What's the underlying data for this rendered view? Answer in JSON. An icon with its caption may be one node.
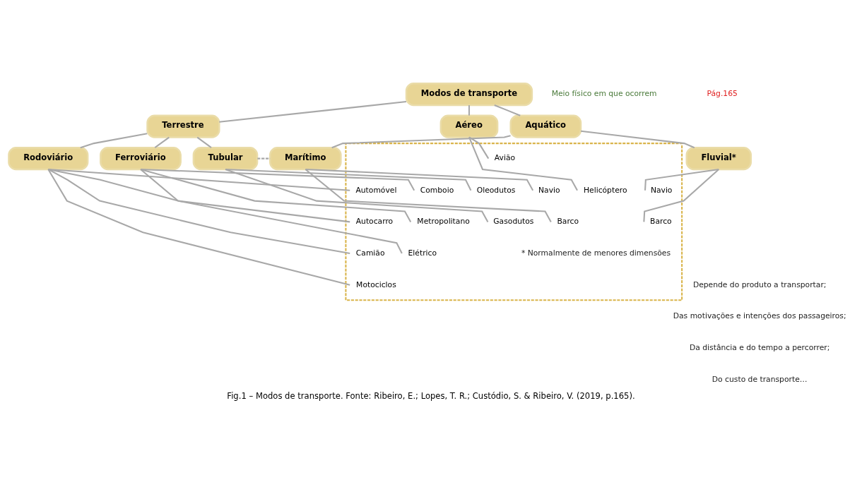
{
  "diagram": {
    "caption": "Fig.1 – Modos de transporte. Fonte: Ribeiro, E.; Lopes, T. R.; Custódio, S. & Ribeiro, V. (2019, p.165).",
    "nodes": [
      {
        "text": [
          "Modos de transporte"
        ]
      },
      {
        "text": [
          "Terrestre"
        ]
      },
      {
        "text": [
          "Aquático"
        ]
      },
      {
        "text": [
          "Aéreo"
        ]
      },
      {
        "text": [
          "Rodoviário"
        ]
      },
      {
        "text": [
          "Ferroviário"
        ]
      },
      {
        "text": [
          "Tubular"
        ]
      },
      {
        "text": [
          "Marítimo"
        ]
      },
      {
        "text": [
          "Fluvial*"
        ]
      },
      {
        "text": [],
        "shape": "box"
      },
      {
        "text": [
          "Automóvel"
        ],
        "in": 9
      },
      {
        "text": [
          "Autocarro"
        ],
        "in": 9
      },
      {
        "text": [
          "Camião"
        ],
        "in": 9
      },
      {
        "text": [
          "Motociclos"
        ],
        "in": 9
      },
      {
        "text": [
          "Comboio"
        ],
        "in": 9
      },
      {
        "text": [
          "Metropolitano"
        ],
        "in": 9
      },
      {
        "text": [
          "Elétrico"
        ],
        "in": 9
      },
      {
        "text": [
          "Oleodutos"
        ],
        "in": 9
      },
      {
        "text": [
          "Gasodutos"
        ],
        "in": 9
      },
      {
        "text": [
          "Navio"
        ],
        "in": 9
      },
      {
        "text": [
          "Barco"
        ],
        "in": 9
      },
      {
        "text": [
          "Navio"
        ],
        "in": 9
      },
      {
        "text": [
          "Barco"
        ],
        "in": 9
      },
      {
        "text": [
          "Avião"
        ],
        "in": 9
      },
      {
        "text": [
          "Helicóptero"
        ],
        "in": 9
      }
    ],
    "edges": [
      {
        "from": 0,
        "to": 1,
        "arrow": "none"
      },
      {
        "from": 0,
        "to": 2,
        "arrow": "none"
      },
      {
        "from": 0,
        "to": 3,
        "arrow": "none"
      },
      {
        "from": 1,
        "to": 4,
        "arrow": "none"
      },
      {
        "from": 1,
        "to": 5,
        "arrow": "none"
      },
      {
        "from": 1,
        "to": 6,
        "arrow": "none"
      },
      {
        "from": 2,
        "to": 7,
        "arrow": "none"
      },
      {
        "from": 2,
        "to": 8,
        "arrow": "none"
      },
      {
        "from": 6,
        "to": 7,
        "arrow": "none",
        "style": "dashed"
      },
      {
        "from": 4,
        "to": 10,
        "arrow": "none"
      },
      {
        "from": 4,
        "to": 11,
        "arrow": "none"
      },
      {
        "from": 4,
        "to": 12,
        "arrow": "none"
      },
      {
        "from": 4,
        "to": 13,
        "arrow": "none"
      },
      {
        "from": 5,
        "to": 14,
        "arrow": "none"
      },
      {
        "from": 5,
        "to": 15,
        "arrow": "none"
      },
      {
        "from": 5,
        "to": 16,
        "arrow": "none"
      },
      {
        "from": 6,
        "to": 17,
        "arrow": "none"
      },
      {
        "from": 6,
        "to": 18,
        "arrow": "none"
      },
      {
        "from": 7,
        "to": 19,
        "arrow": "none"
      },
      {
        "from": 7,
        "to": 20,
        "arrow": "none"
      },
      {
        "from": 8,
        "to": 21,
        "arrow": "none"
      },
      {
        "from": 8,
        "to": 22,
        "arrow": "none"
      },
      {
        "from": 3,
        "to": 23,
        "arrow": "none"
      },
      {
        "from": 3,
        "to": 24,
        "arrow": "none"
      }
    ],
    "labels": [
      "Pág.165",
      "Meio físico em que ocorrem",
      "* Normalmente de menores dimensões",
      "Depende do produto a transportar;",
      "Das motivações e intenções dos passageiros;",
      "Da distância e do tempo a percorrer;",
      "Do custo de transporte…"
    ]
  }
}
